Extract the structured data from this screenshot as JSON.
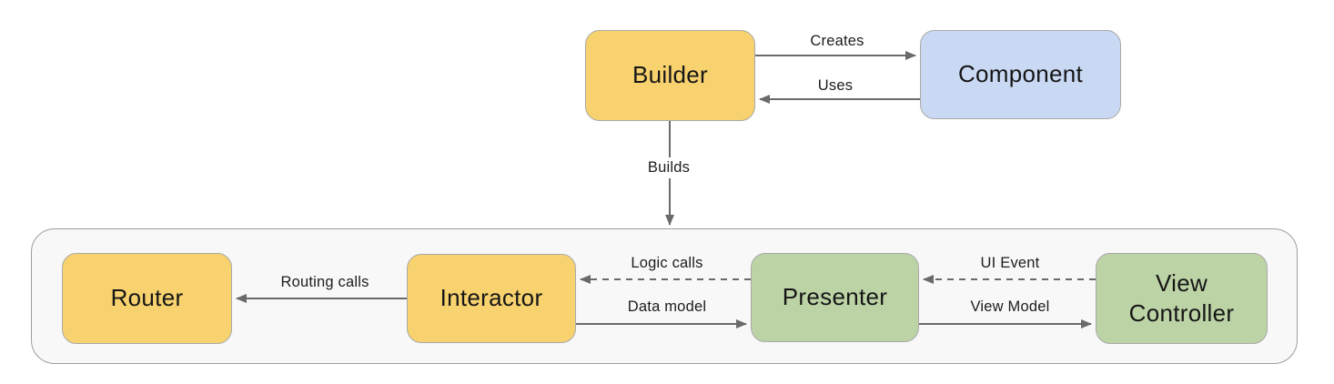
{
  "diagram": {
    "background": "#FFFFFF",
    "arrow_color": "#6A6A6A",
    "container": {
      "fill": "#F8F8F8",
      "border": "#9E9E9E"
    },
    "nodes": {
      "builder": {
        "label": "Builder",
        "color": "#F7D26E"
      },
      "component": {
        "label": "Component",
        "color": "#C9D8F3"
      },
      "router": {
        "label": "Router",
        "color": "#F7D26E"
      },
      "interactor": {
        "label": "Interactor",
        "color": "#F7D26E"
      },
      "presenter": {
        "label": "Presenter",
        "color": "#BCD3A6"
      },
      "view_controller": {
        "label": "View Controller",
        "color": "#BCD3A6"
      }
    },
    "edges": {
      "creates": {
        "label": "Creates",
        "from": "builder",
        "to": "component",
        "style": "solid"
      },
      "uses": {
        "label": "Uses",
        "from": "component",
        "to": "builder",
        "style": "solid"
      },
      "builds": {
        "label": "Builds",
        "from": "builder",
        "to": "module_container",
        "style": "solid"
      },
      "routing_calls": {
        "label": "Routing calls",
        "from": "interactor",
        "to": "router",
        "style": "solid"
      },
      "logic_calls": {
        "label": "Logic calls",
        "from": "presenter",
        "to": "interactor",
        "style": "dashed"
      },
      "data_model": {
        "label": "Data model",
        "from": "interactor",
        "to": "presenter",
        "style": "solid"
      },
      "ui_event": {
        "label": "UI Event",
        "from": "view_controller",
        "to": "presenter",
        "style": "dashed"
      },
      "view_model": {
        "label": "View Model",
        "from": "presenter",
        "to": "view_controller",
        "style": "solid"
      }
    }
  }
}
